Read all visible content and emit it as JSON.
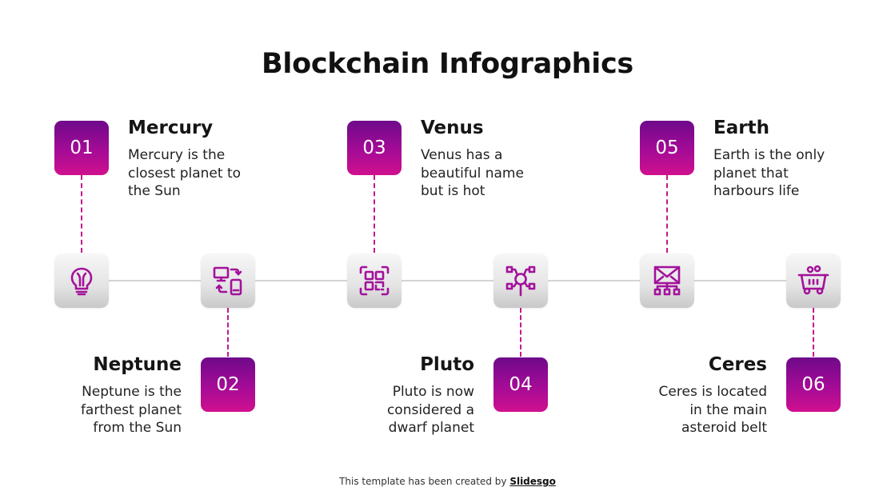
{
  "title": "Blockchain Infographics",
  "colors": {
    "gradient_top": "#6e0a8a",
    "gradient_bottom": "#d0108e",
    "icon_stroke": "#a3119b",
    "connector": "#c2188f",
    "timeline": "#d4d4d4"
  },
  "items": [
    {
      "number": "01",
      "title": "Mercury",
      "desc": [
        "Mercury is the",
        "closest planet to",
        "the Sun"
      ],
      "icon": "lightbulb-icon",
      "position": "top"
    },
    {
      "number": "02",
      "title": "Neptune",
      "desc": [
        "Neptune is the",
        "farthest planet",
        "from the Sun"
      ],
      "icon": "device-sync-icon",
      "position": "bottom"
    },
    {
      "number": "03",
      "title": "Venus",
      "desc": [
        "Venus has a",
        "beautiful name",
        "but is hot"
      ],
      "icon": "qr-code-icon",
      "position": "top"
    },
    {
      "number": "04",
      "title": "Pluto",
      "desc": [
        "Pluto is now",
        "considered a",
        "dwarf planet"
      ],
      "icon": "network-node-icon",
      "position": "bottom"
    },
    {
      "number": "05",
      "title": "Earth",
      "desc": [
        "Earth is the only",
        "planet that",
        "harbours life"
      ],
      "icon": "mail-network-icon",
      "position": "top"
    },
    {
      "number": "06",
      "title": "Ceres",
      "desc": [
        "Ceres is located",
        "in the main",
        "asteroid belt"
      ],
      "icon": "mining-cart-icon",
      "position": "bottom"
    }
  ],
  "footer": {
    "text": "This template has been created by ",
    "brand": "Slidesgo"
  }
}
